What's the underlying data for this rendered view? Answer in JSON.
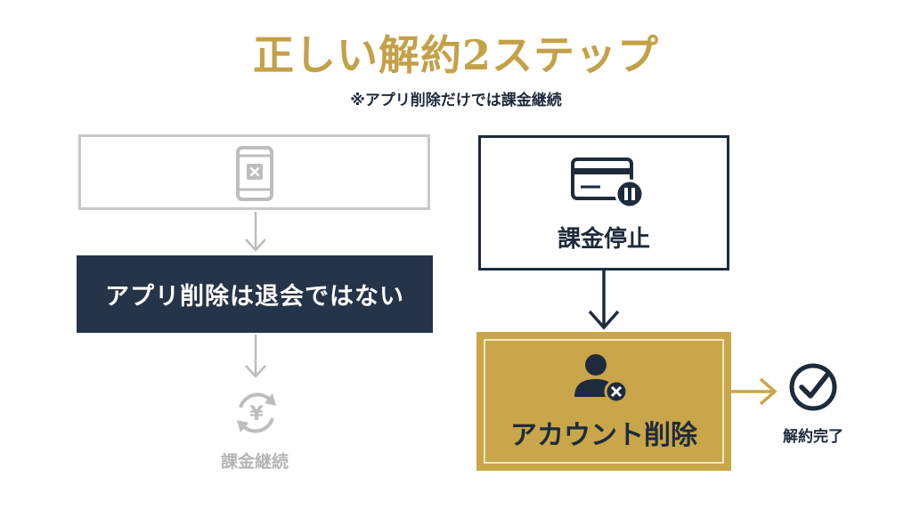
{
  "title": "正しい解約2ステップ",
  "subtitle": "※アプリ削除だけでは課金継続",
  "left": {
    "icon": "phone-delete-icon",
    "box_label": "アプリ削除は退会ではない",
    "result_icon": "yen-cycle-icon",
    "result_label": "課金継続"
  },
  "right": {
    "step1_icon": "credit-card-pause-icon",
    "step1_label": "課金停止",
    "step2_icon": "user-remove-icon",
    "step2_label": "アカウント削除",
    "done_icon": "check-circle-icon",
    "done_label": "解約完了"
  },
  "colors": {
    "gold": "#c9a64a",
    "navy": "#263449",
    "gray": "#c8c8c8"
  }
}
